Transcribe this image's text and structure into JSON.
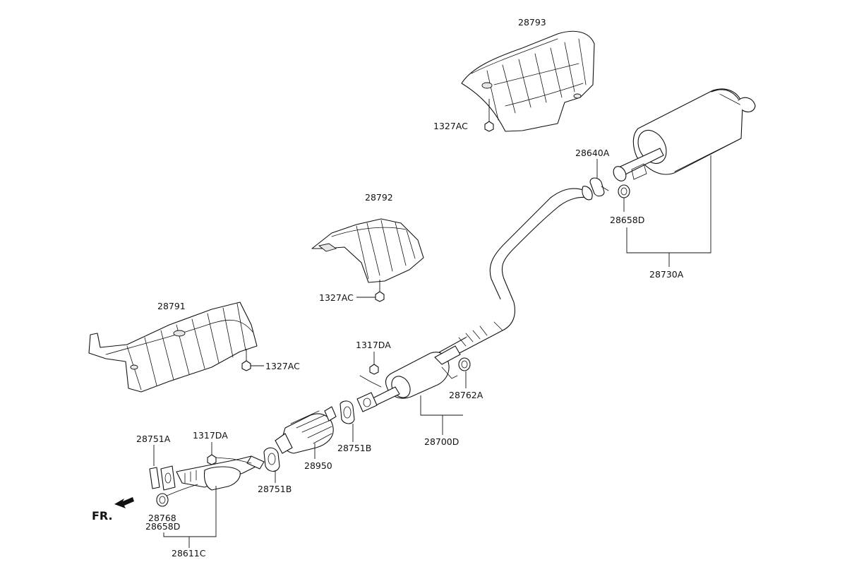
{
  "diagram": {
    "parts": {
      "p28793": "28793",
      "p1327ac_top": "1327AC",
      "p28640a": "28640A",
      "p28658d_right": "28658D",
      "p28730a": "28730A",
      "p28792": "28792",
      "p1327ac_mid": "1327AC",
      "p28791": "28791",
      "p1327ac_left": "1327AC",
      "p1317da_right": "1317DA",
      "p28762a": "28762A",
      "p28700d": "28700D",
      "p28751b_right": "28751B",
      "p28950": "28950",
      "p28751b_left": "28751B",
      "p1317da_left": "1317DA",
      "p28751a": "28751A",
      "p28768": "28768",
      "p28658d_left": "28658D",
      "p28611c": "28611C"
    },
    "front_marker": "FR."
  }
}
